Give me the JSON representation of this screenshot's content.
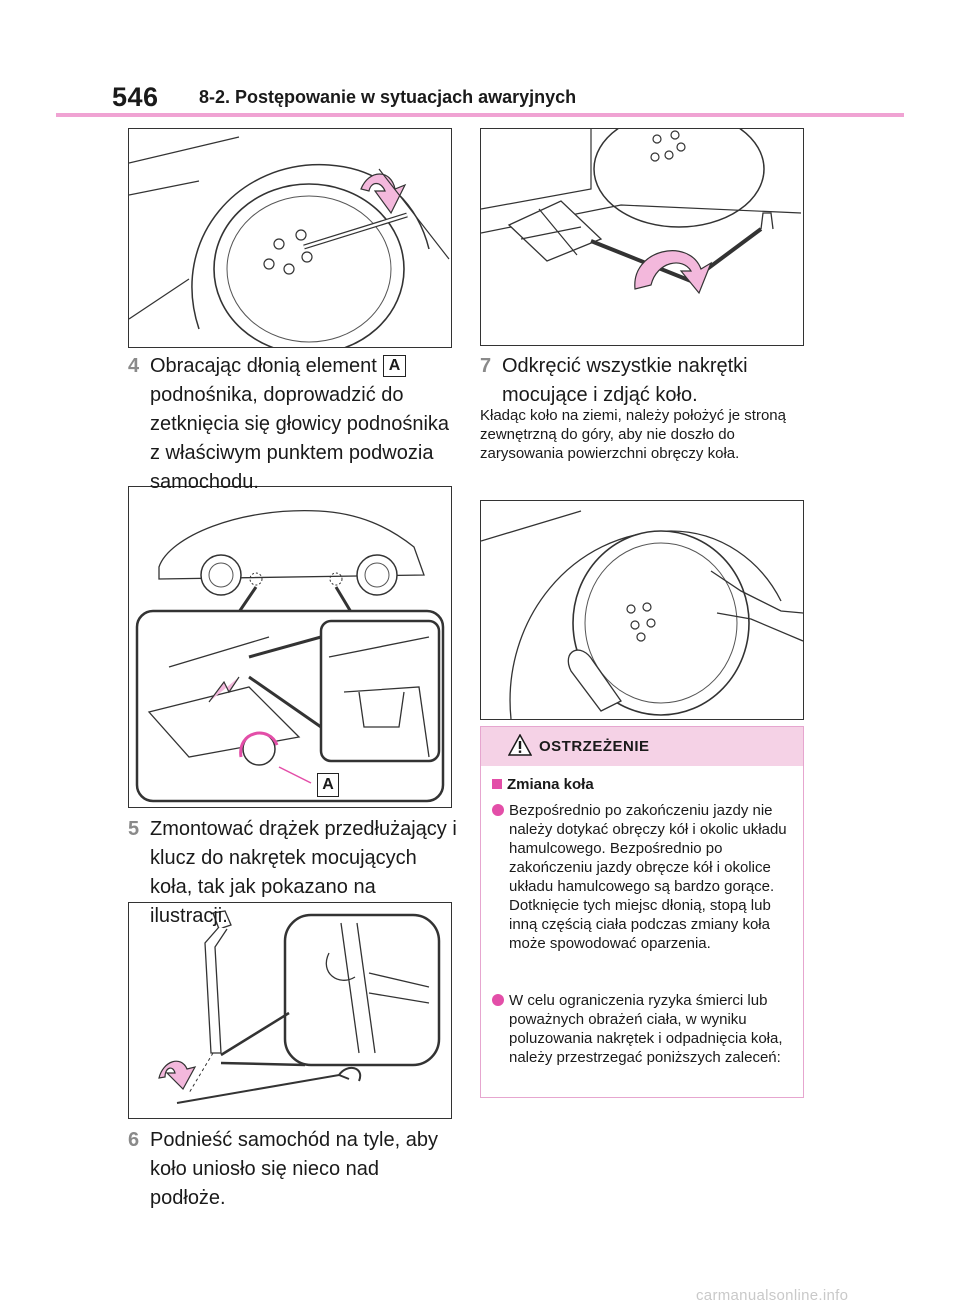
{
  "header": {
    "page_number": "546",
    "section": "8-2. Postępowanie w sytuacjach awaryjnych"
  },
  "steps": {
    "s4": {
      "num": "4",
      "text": "Obracając dłonią element",
      "label": "A",
      "text2": "podnośnika, doprowadzić do zetknięcia się głowicy podnośnika z właściwym punktem podwozia samochodu."
    },
    "s5": {
      "num": "5",
      "text": "Zmontować drążek przedłużający i klucz do nakrętek mocujących koła, tak jak pokazano na ilustracji."
    },
    "s6": {
      "num": "6",
      "text": "Podnieść samochód na tyle, aby koło uniosło się nieco nad podłoże."
    },
    "s7": {
      "num": "7",
      "text": "Odkręcić wszystkie nakrętki mocujące i zdjąć koło."
    }
  },
  "note": "Kładąc koło na ziemi, należy położyć je stroną zewnętrzną do góry, aby nie doszło do zarysowania powierzchni obręczy koła.",
  "figure_jack": {
    "callout_label": "A"
  },
  "warning": {
    "title": "OSTRZEŻENIE",
    "subtitle": "Zmiana koła",
    "bullets": [
      "Bezpośrednio po zakończeniu jazdy nie należy dotykać obręczy kół i okolic układu hamulcowego. Bezpośrednio po zakończeniu jazdy obręcze kół i okolice układu hamulcowego są bardzo gorące. Dotknięcie tych miejsc dłonią, stopą lub inną częścią ciała podczas zmiany koła może spowodować oparzenia.",
      "W celu ograniczenia ryzyka śmierci lub poważnych obrażeń ciała, w wyniku poluzowania nakrętek i odpadnięcia koła, należy przestrzegać poniższych zaleceń:"
    ]
  },
  "footer": {
    "watermark": "carmanualsonline.info"
  },
  "colors": {
    "accent_pink": "#e34ea8",
    "rule_pink": "#f0a3d3",
    "warn_header": "#f5d2e6",
    "arrow_fill": "#f3b8dc"
  }
}
